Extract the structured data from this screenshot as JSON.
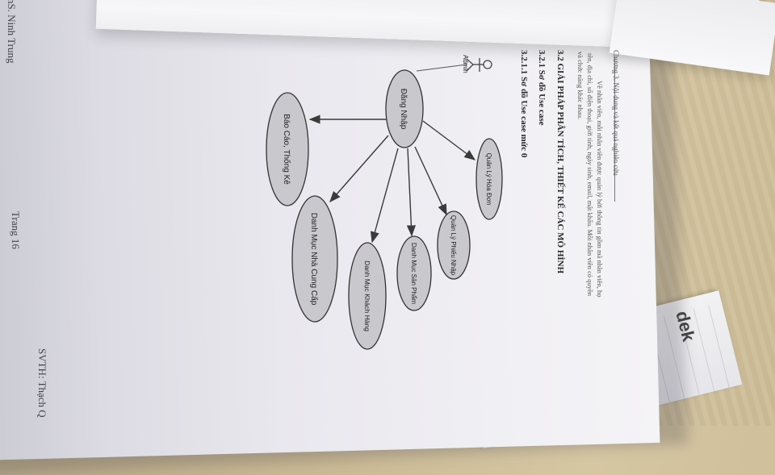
{
  "page_header": "Chương 3. Nội dung và kết quả nghiên cứu",
  "body_lines": [
    "Về nhân viên, mỗi nhân viên được quản lý bởi thông tin gồm mã nhân viên, họ",
    "tên, địa chỉ, số điện thoại, giới tính, ngày sinh, email, mật khẩu. Mỗi nhân viên có quyền",
    "và chức năng khác nhau."
  ],
  "section_title": "3.2 GIẢI PHÁP PHÂN TÍCH, THIẾT KẾ CÁC MÔ HÌNH",
  "subsection_title": "3.2.1 Sơ đồ Use case",
  "subsubsection_title": "3.2.1.1 Sơ đồ Use case mức 0",
  "actor_label": "Admin",
  "use_cases": {
    "login": "Đăng Nhập",
    "invoice": "Quản Lý Hóa Đơn",
    "import": "Quản Lý Phiếu Nhập",
    "products": "Danh Mục Sản Phẩm",
    "customers": "Danh Mục Khách Hàng",
    "suppliers": "Danh Mục Nhà Cung Cấp",
    "reports": "Báo Cáo, Thống Kê"
  },
  "footer_page": "Trang 16",
  "footer_left": "ThS. Ninh Trung",
  "footer_right": "SVTH: Thạch Q",
  "notebook_brand": "dek",
  "colors": {
    "ellipse_fill": "#c9c9cd",
    "ellipse_stroke": "#333333",
    "arrow": "#3a3a3a"
  }
}
